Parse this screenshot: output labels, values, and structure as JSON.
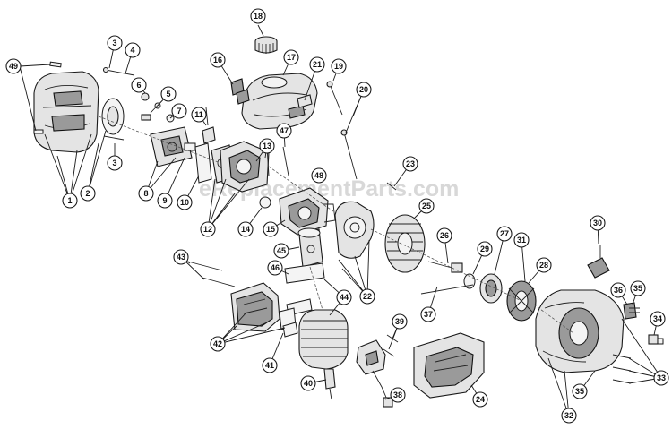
{
  "watermark": "eReplacementParts.com",
  "callouts": {
    "c1": "1",
    "c2": "2",
    "c3a": "3",
    "c3b": "3",
    "c4": "4",
    "c5": "5",
    "c6": "6",
    "c7": "7",
    "c8": "8",
    "c9": "9",
    "c10": "10",
    "c11": "11",
    "c12": "12",
    "c13": "13",
    "c14": "14",
    "c15": "15",
    "c16": "16",
    "c17": "17",
    "c18": "18",
    "c19": "19",
    "c20": "20",
    "c21": "21",
    "c22": "22",
    "c23": "23",
    "c24": "24",
    "c25": "25",
    "c26": "26",
    "c27": "27",
    "c28": "28",
    "c29": "29",
    "c30": "30",
    "c31": "31",
    "c32": "32",
    "c33": "33",
    "c34": "34",
    "c35a": "35",
    "c35b": "35",
    "c36": "36",
    "c37": "37",
    "c38": "38",
    "c39": "39",
    "c40": "40",
    "c41": "41",
    "c42": "42",
    "c43": "43",
    "c44": "44",
    "c45": "45",
    "c46": "46",
    "c47": "47",
    "c48": "48",
    "c49": "49"
  }
}
